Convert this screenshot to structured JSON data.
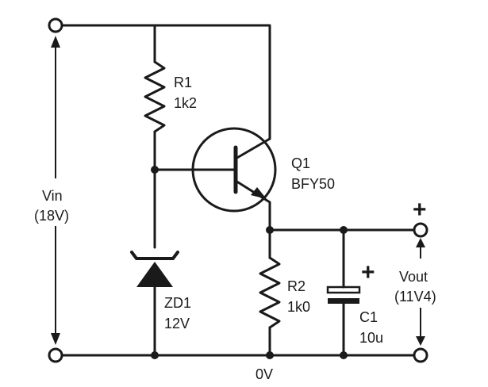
{
  "diagram": {
    "vin": {
      "label": "Vin",
      "value": "(18V)"
    },
    "r1": {
      "ref": "R1",
      "value": "1k2"
    },
    "q1": {
      "ref": "Q1",
      "value": "BFY50"
    },
    "zd1": {
      "ref": "ZD1",
      "value": "12V"
    },
    "r2": {
      "ref": "R2",
      "value": "1k0"
    },
    "c1": {
      "ref": "C1",
      "value": "10u"
    },
    "vout": {
      "label": "Vout",
      "value": "(11V4)"
    },
    "ground_label": "0V",
    "c1_polarity": "+",
    "output_polarity": "+"
  }
}
